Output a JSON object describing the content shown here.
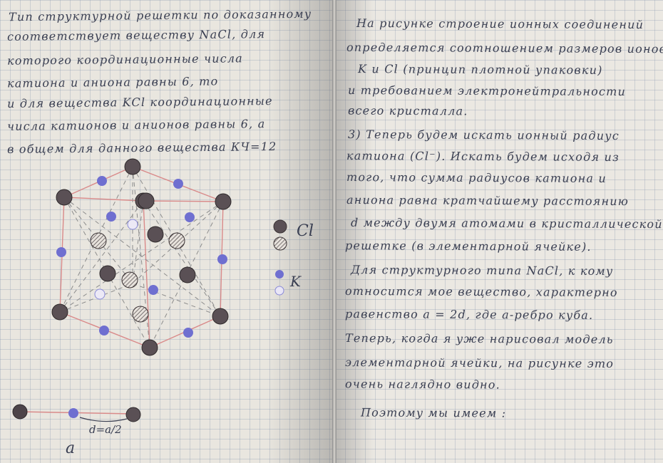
{
  "left_page": {
    "lines": [
      "Тип структурной решетки по доказанному",
      "соответствует веществу NaCl, для",
      "которого координационные числа",
      "катиона и аниона равны 6, то",
      "и для вещества KCl координационные",
      "числа катионов и анионов равны 6, а",
      "в общем для данного вещества КЧ=12"
    ],
    "legend": {
      "cl_label": "Cl",
      "k_label": "K"
    },
    "bottom_diagram": {
      "spacing_label": "d=a/2",
      "edge_label": "a"
    }
  },
  "right_page": {
    "lines": [
      "На рисунке строение ионных соединений",
      "определяется соотношением размеров ионов",
      "K и Cl (принцип плотной упаковки)",
      "и требованием электронейтральности",
      "всего кристалла.",
      "3) Теперь будем искать ионный радиус",
      "катиона (Cl⁻). Искать будем исходя из",
      "того, что сумма радиусов катиона и",
      "аниона равна кратчайшему расстоянию",
      "d между двумя атомами в кристаллической",
      "решетке (в элементарной ячейке).",
      "Для структурного типа NaCl, к кому",
      "относится мое вещество, характерно",
      "равенство   a = 2d, где a-ребро куба.",
      "Теперь, когда я уже нарисовал модель",
      "элементарной ячейки, на рисунке это",
      "очень наглядно видно.",
      "Поэтому мы имеем :"
    ]
  },
  "colors": {
    "ink": "#3a3f52",
    "cl_atom": "#5a5055",
    "k_atom": "#6f6fd0",
    "edge": "#d98a8a"
  }
}
